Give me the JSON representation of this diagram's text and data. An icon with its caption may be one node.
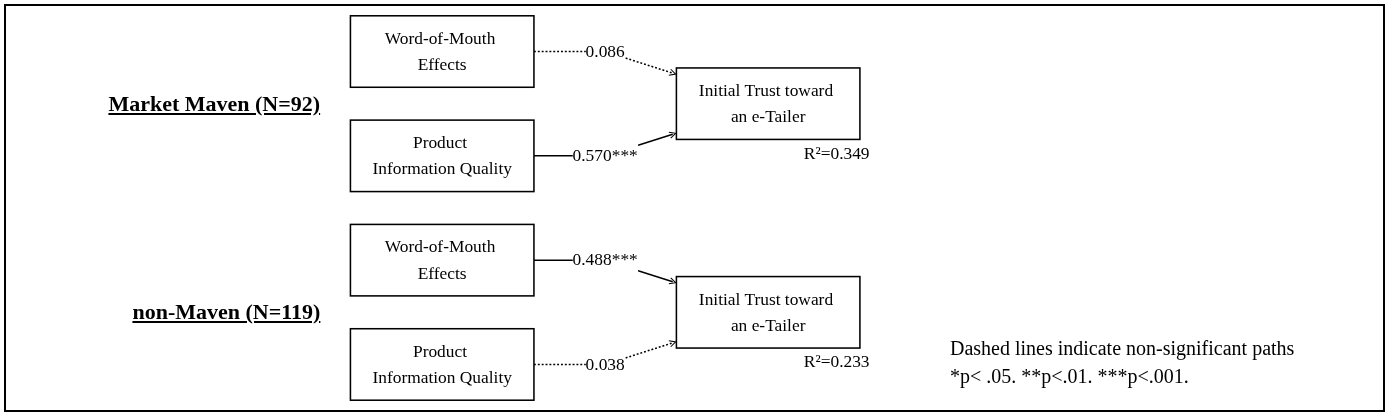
{
  "diagram": {
    "nodes": [
      {
        "text": [
          "Word-of-Mouth Effects"
        ]
      },
      {
        "text": [
          "Product Information Quality"
        ]
      },
      {
        "text": [
          "Initial Trust toward an e-Tailer"
        ],
        "beside": [
          "R²=0.349"
        ]
      },
      {
        "text": [
          "Word-of-Mouth Effects"
        ]
      },
      {
        "text": [
          "Product Information Quality"
        ]
      },
      {
        "text": [
          "Initial Trust toward an e-Tailer"
        ],
        "beside": [
          "R²=0.233"
        ]
      }
    ],
    "edges": [
      {
        "from": 0,
        "to": 2,
        "arrow": "to",
        "label": "0.086",
        "style": "dashed"
      },
      {
        "from": 1,
        "to": 2,
        "arrow": "to",
        "label": "0.570***"
      },
      {
        "from": 3,
        "to": 5,
        "arrow": "to",
        "label": "0.488***"
      },
      {
        "from": 4,
        "to": 5,
        "arrow": "to",
        "label": "0.038",
        "style": "dashed"
      }
    ],
    "labels": [
      "Market Maven (N=92)",
      "non-Maven (N=119)",
      "Dashed lines indicate non-significant paths",
      "*p< .05. **p<.01. ***p<.001."
    ]
  }
}
